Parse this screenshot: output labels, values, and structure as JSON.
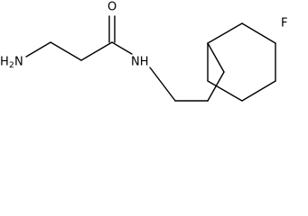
{
  "molecule": {
    "atoms": {
      "amine_h": "H",
      "amine_sub": "2",
      "amine_n": "N",
      "carbonyl_o": "O",
      "amide_nh": "NH",
      "fluorine": "F"
    }
  }
}
